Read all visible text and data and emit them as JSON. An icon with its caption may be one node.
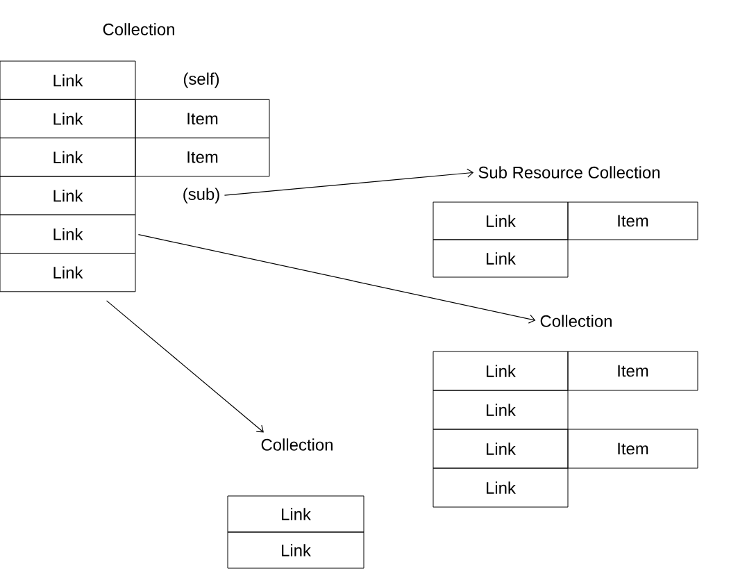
{
  "diagram": {
    "nodes": [
      {
        "text": [
          "Link"
        ]
      },
      {
        "text": [
          "Link"
        ]
      },
      {
        "text": [
          "Link"
        ]
      },
      {
        "text": [
          "Link"
        ]
      },
      {
        "text": [
          "Link"
        ]
      },
      {
        "text": [
          "Link"
        ]
      },
      {
        "text": [
          "Item"
        ]
      },
      {
        "text": [
          "Item"
        ]
      },
      {
        "text": [
          "(sub)"
        ]
      },
      {
        "text": [
          "Sub Resource Collection"
        ]
      },
      {
        "text": [
          "Link"
        ]
      },
      {
        "text": [
          "Item"
        ]
      },
      {
        "text": [
          "Link"
        ]
      },
      {
        "text": [
          "Collection"
        ]
      },
      {
        "text": [
          "Link"
        ]
      },
      {
        "text": [
          "Item"
        ]
      },
      {
        "text": [
          "Link"
        ]
      },
      {
        "text": [
          "Link"
        ]
      },
      {
        "text": [
          "Item"
        ]
      },
      {
        "text": [
          "Link"
        ]
      },
      {
        "text": [
          "Collection"
        ]
      },
      {
        "text": [
          "Link"
        ]
      },
      {
        "text": [
          "Link"
        ]
      }
    ],
    "edges": [
      {
        "from": 8,
        "to": 9,
        "arrow": "to"
      },
      {
        "from": 4,
        "to": 13,
        "arrow": "to"
      },
      {
        "from": 5,
        "to": 20,
        "arrow": "to"
      }
    ],
    "labels": [
      "Collection",
      "(self)"
    ]
  }
}
